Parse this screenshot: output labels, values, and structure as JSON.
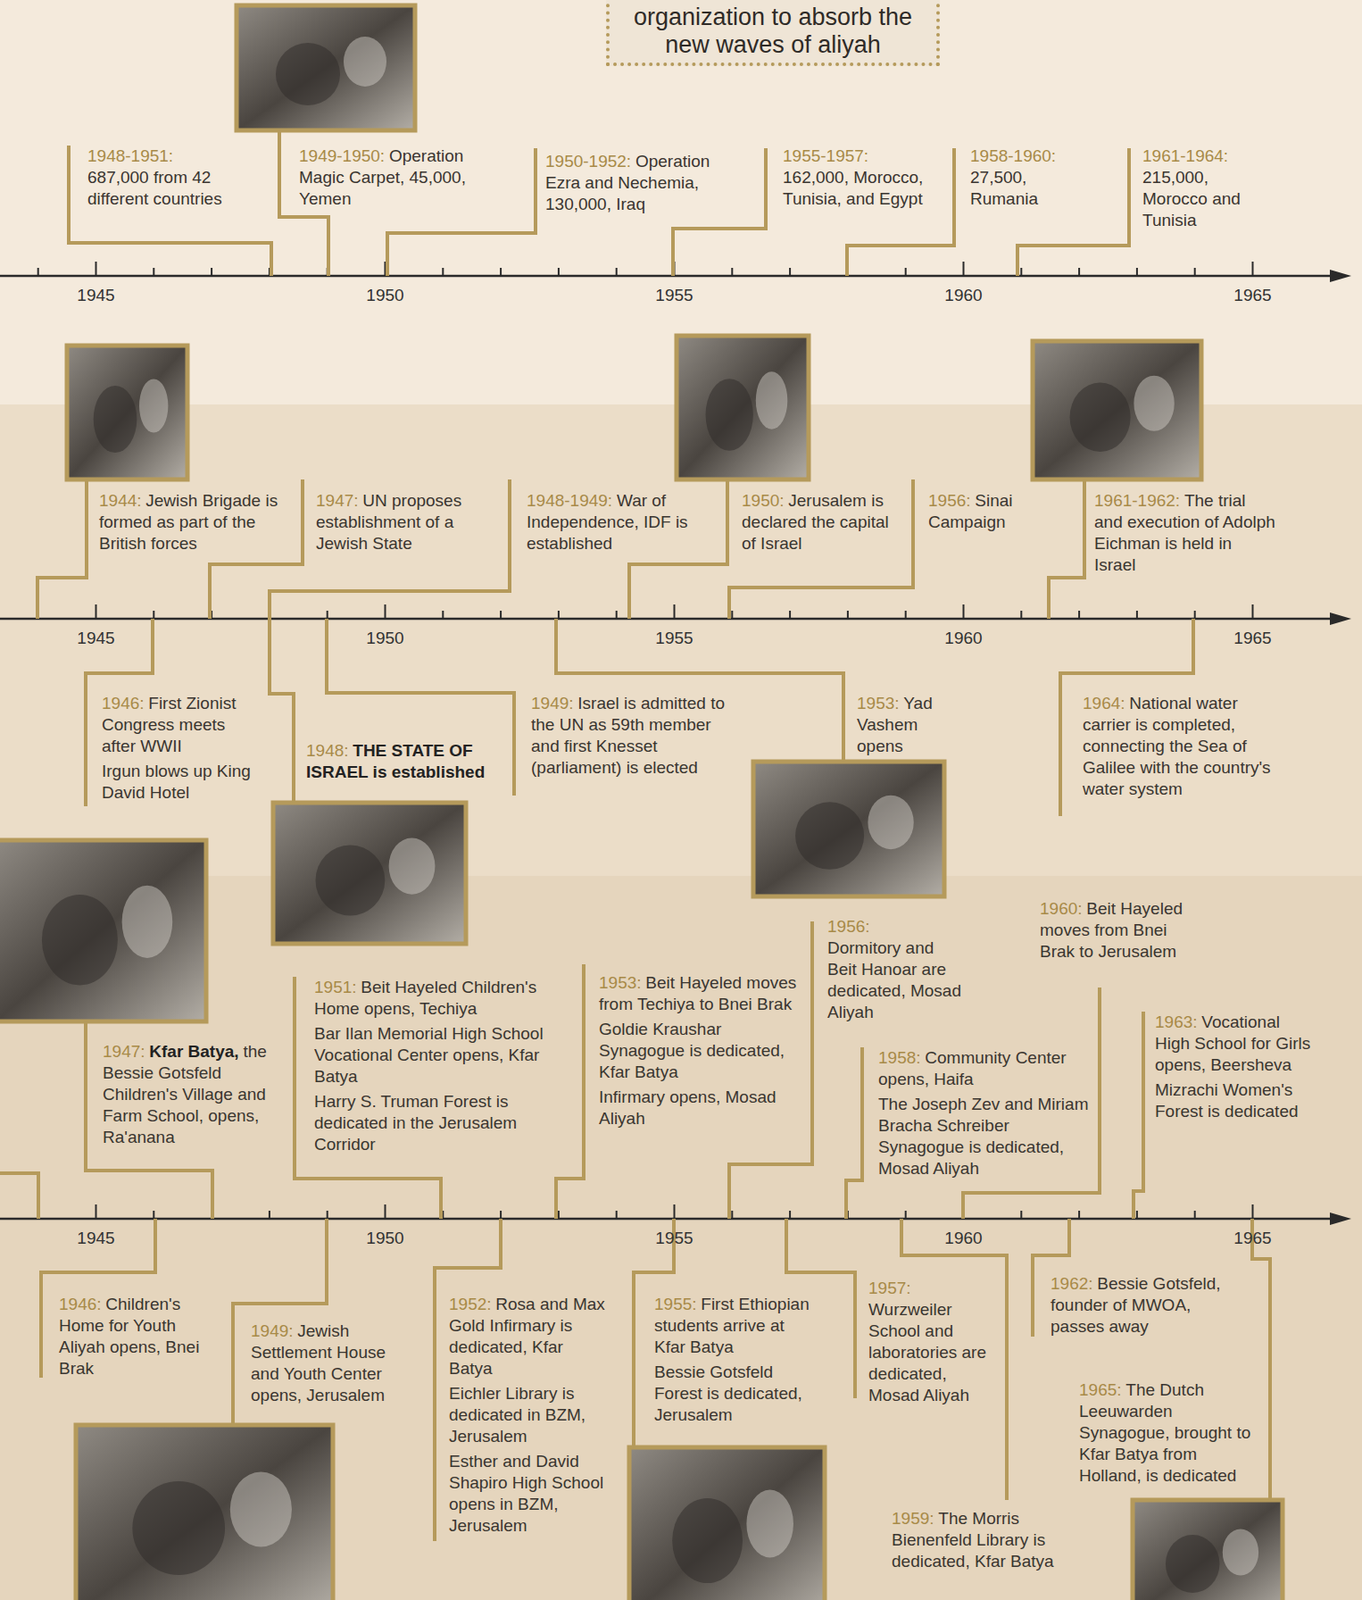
{
  "diagram": {
    "nodes": [
      {
        "text": [
          "organization to absorb the new waves of aliyah"
        ]
      }
    ],
    "labels": [
      "1948-1951:",
      "687,000 from 42 different countries",
      "1949-1950:",
      "Operation Magic Carpet, 45,000, Yemen",
      "1950-1952:",
      "Operation Ezra and Nechemia, 130,000, Iraq",
      "1955-1957:",
      "162,000, Morocco, Tunisia, and Egypt",
      "1958-1960:",
      "27,500, Rumania",
      "1961-1964:",
      "215,000, Morocco and Tunisia",
      "1944:",
      "Jewish Brigade is formed as part of the British forces",
      "1947:",
      "UN proposes establishment of a Jewish State",
      "1948-1949:",
      "War of Independence, IDF is established",
      "1950:",
      "Jerusalem is declared the capital of Israel",
      "1956:",
      "Sinai Campaign",
      "1961-1962:",
      "The trial and execution of Adolph Eichman is held in Israel",
      "1946:",
      "First Zionist Congress meets after WWII",
      "Irgun blows up King David Hotel",
      "1948:",
      "THE STATE OF ISRAEL is established",
      "1949:",
      "Israel is admitted to the UN as 59th member and first Knesset (parliament) is elected",
      "1953:",
      "Yad Vashem opens",
      "1964:",
      "National water carrier is completed, connecting the Sea of Galilee with the country's water system",
      "1947:",
      "Kfar Batya,",
      "the Bessie Gotsfeld Children's Village and Farm School, opens, Ra'anana",
      "1951:",
      "Beit Hayeled Children's Home opens, Techiya",
      "Bar Ilan Memorial High School Vocational Center opens, Kfar Batya",
      "Harry S. Truman Forest is dedicated in the Jerusalem Corridor",
      "1953:",
      "Beit Hayeled moves from Techiya to Bnei Brak",
      "Goldie Kraushar Synagogue is dedicated, Kfar Batya",
      "Infirmary opens, Mosad Aliyah",
      "1956:",
      "Dormitory and Beit Hanoar are dedicated, Mosad Aliyah",
      "1958:",
      "Community Center opens, Haifa",
      "The Joseph Zev and Miriam Bracha Schreiber Synagogue is dedicated, Mosad Aliyah",
      "1960:",
      "Beit Hayeled moves from Bnei Brak to Jerusalem",
      "1963:",
      "Vocational High School for Girls opens, Beersheva",
      "Mizrachi Women's Forest is dedicated",
      "1946:",
      "Children's Home for Youth Aliyah opens, Bnei Brak",
      "1949:",
      "Jewish Settlement House and Youth Center opens, Jerusalem",
      "1952:",
      "Rosa and Max Gold Infirmary is dedicated, Kfar Batya",
      "Eichler Library is dedicated in BZM, Jerusalem",
      "Esther and David Shapiro High School opens in BZM, Jerusalem",
      "1955:",
      "First Ethiopian students arrive at Kfar Batya",
      "Bessie Gotsfeld Forest is dedicated, Jerusalem",
      "1957:",
      "Wurzweiler School and laboratories are dedicated, Mosad Aliyah",
      "1959:",
      "The Morris Bienenfeld Library is dedicated, Kfar Batya",
      "1962:",
      "Bessie Gotsfeld, founder of MWOA, passes away",
      "1965:",
      "The Dutch Leeuwarden Synagogue, brought to Kfar Batya from Holland, is dedicated",
      "1945",
      "1950",
      "1955",
      "1960",
      "1965",
      "1945",
      "1950",
      "1955",
      "1960",
      "1965",
      "1945",
      "1950",
      "1955",
      "1960",
      "1965"
    ]
  }
}
